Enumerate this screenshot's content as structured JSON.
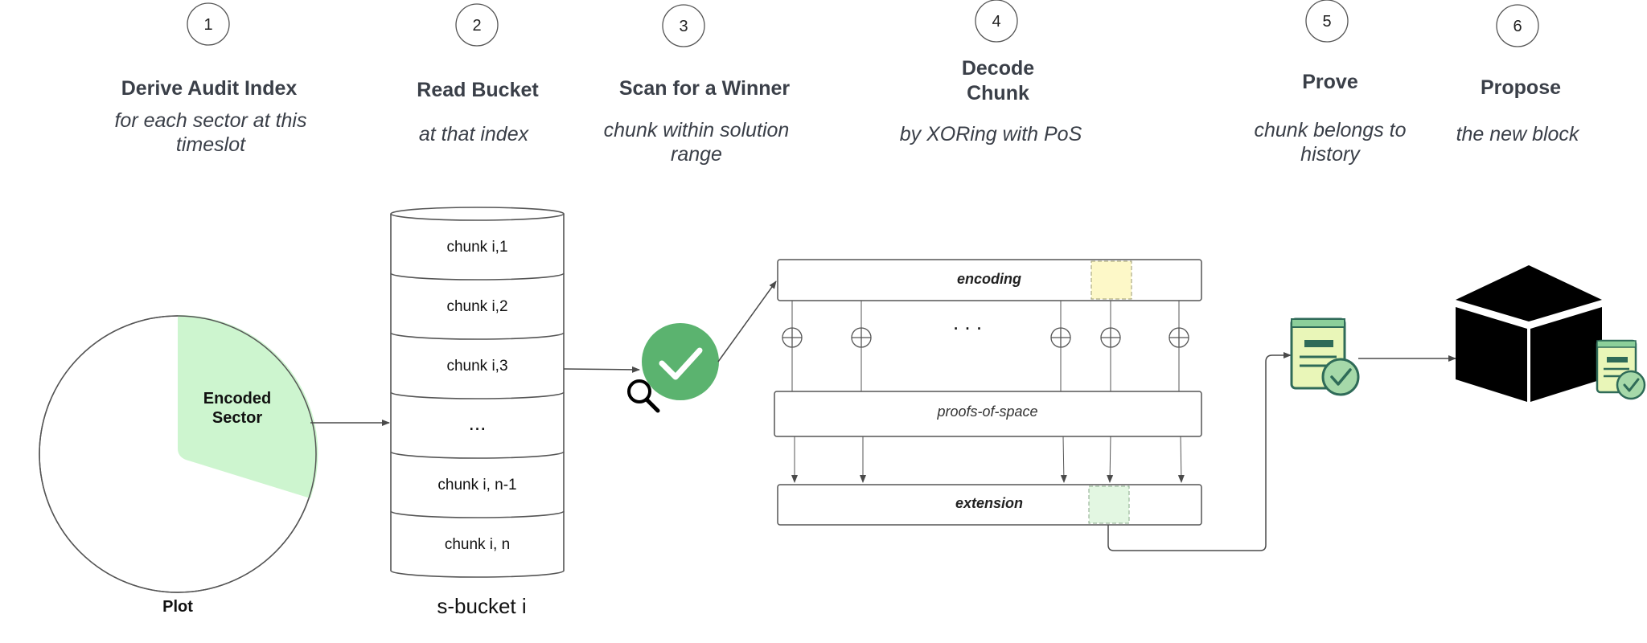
{
  "steps": [
    {
      "number": "1",
      "title": "Derive Audit Index",
      "subtitle": [
        "for each sector at this",
        "timeslot"
      ]
    },
    {
      "number": "2",
      "title": "Read Bucket",
      "subtitle": [
        "at that index"
      ]
    },
    {
      "number": "3",
      "title": "Scan for a Winner",
      "subtitle": [
        "chunk within solution",
        "range"
      ]
    },
    {
      "number": "4",
      "title": [
        "Decode",
        "Chunk"
      ],
      "subtitle": [
        "by XORing with PoS"
      ]
    },
    {
      "number": "5",
      "title": "Prove",
      "subtitle": [
        "chunk belongs to",
        "history"
      ]
    },
    {
      "number": "6",
      "title": "Propose",
      "subtitle": [
        "the new block"
      ]
    }
  ],
  "plot": {
    "sector_label": [
      "Encoded",
      "Sector"
    ],
    "label": "Plot",
    "sector_color": "#cdf5cf"
  },
  "bucket": {
    "chunks": [
      "chunk i,1",
      "chunk i,2",
      "chunk i,3",
      "...",
      "chunk i, n-1",
      "chunk i, n"
    ],
    "label": "s-bucket i"
  },
  "decode": {
    "encoding_label": "encoding",
    "pos_label": "proofs-of-space",
    "extension_label": "extension",
    "ellipsis": ". . .",
    "encoding_highlight_color": "#fdf8c8",
    "extension_highlight_color": "#e3f7e2"
  },
  "colors": {
    "winner_green": "#5bb36f",
    "doc_green": "#a6d9a9",
    "block_black": "#000000"
  },
  "icons": {
    "winner": "check-circle-icon",
    "search": "magnifier-icon",
    "proof": "certificate-icon",
    "block": "block-cube-icon"
  }
}
